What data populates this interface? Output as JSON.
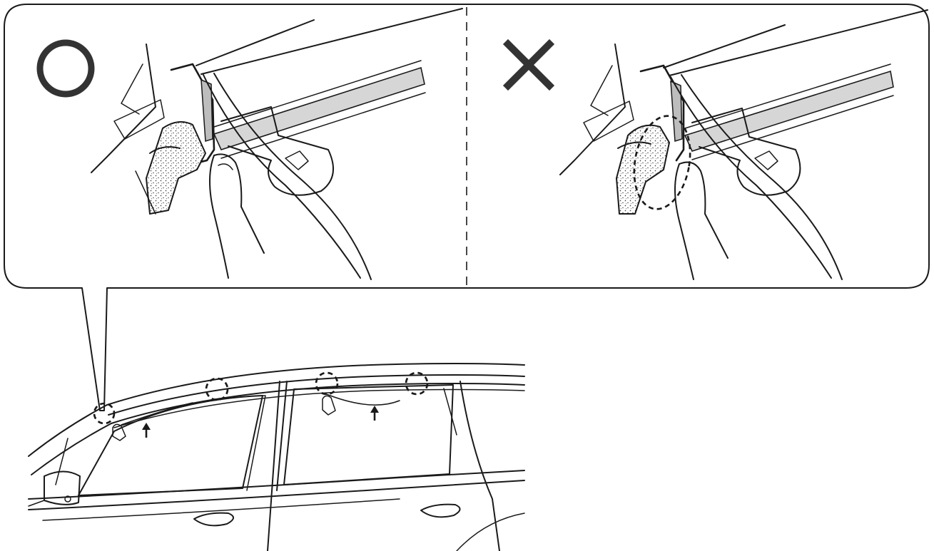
{
  "figure": {
    "correct_panel": {
      "mark": "correct-mark",
      "mark_color": "#333333"
    },
    "incorrect_panel": {
      "mark": "incorrect-mark",
      "mark_color": "#333333"
    },
    "callout_border_color": "#1a1a1a",
    "background_color": "#ffffff",
    "rail_color": "#d6d6d6",
    "check_points": 4,
    "press_arrows": 2
  }
}
